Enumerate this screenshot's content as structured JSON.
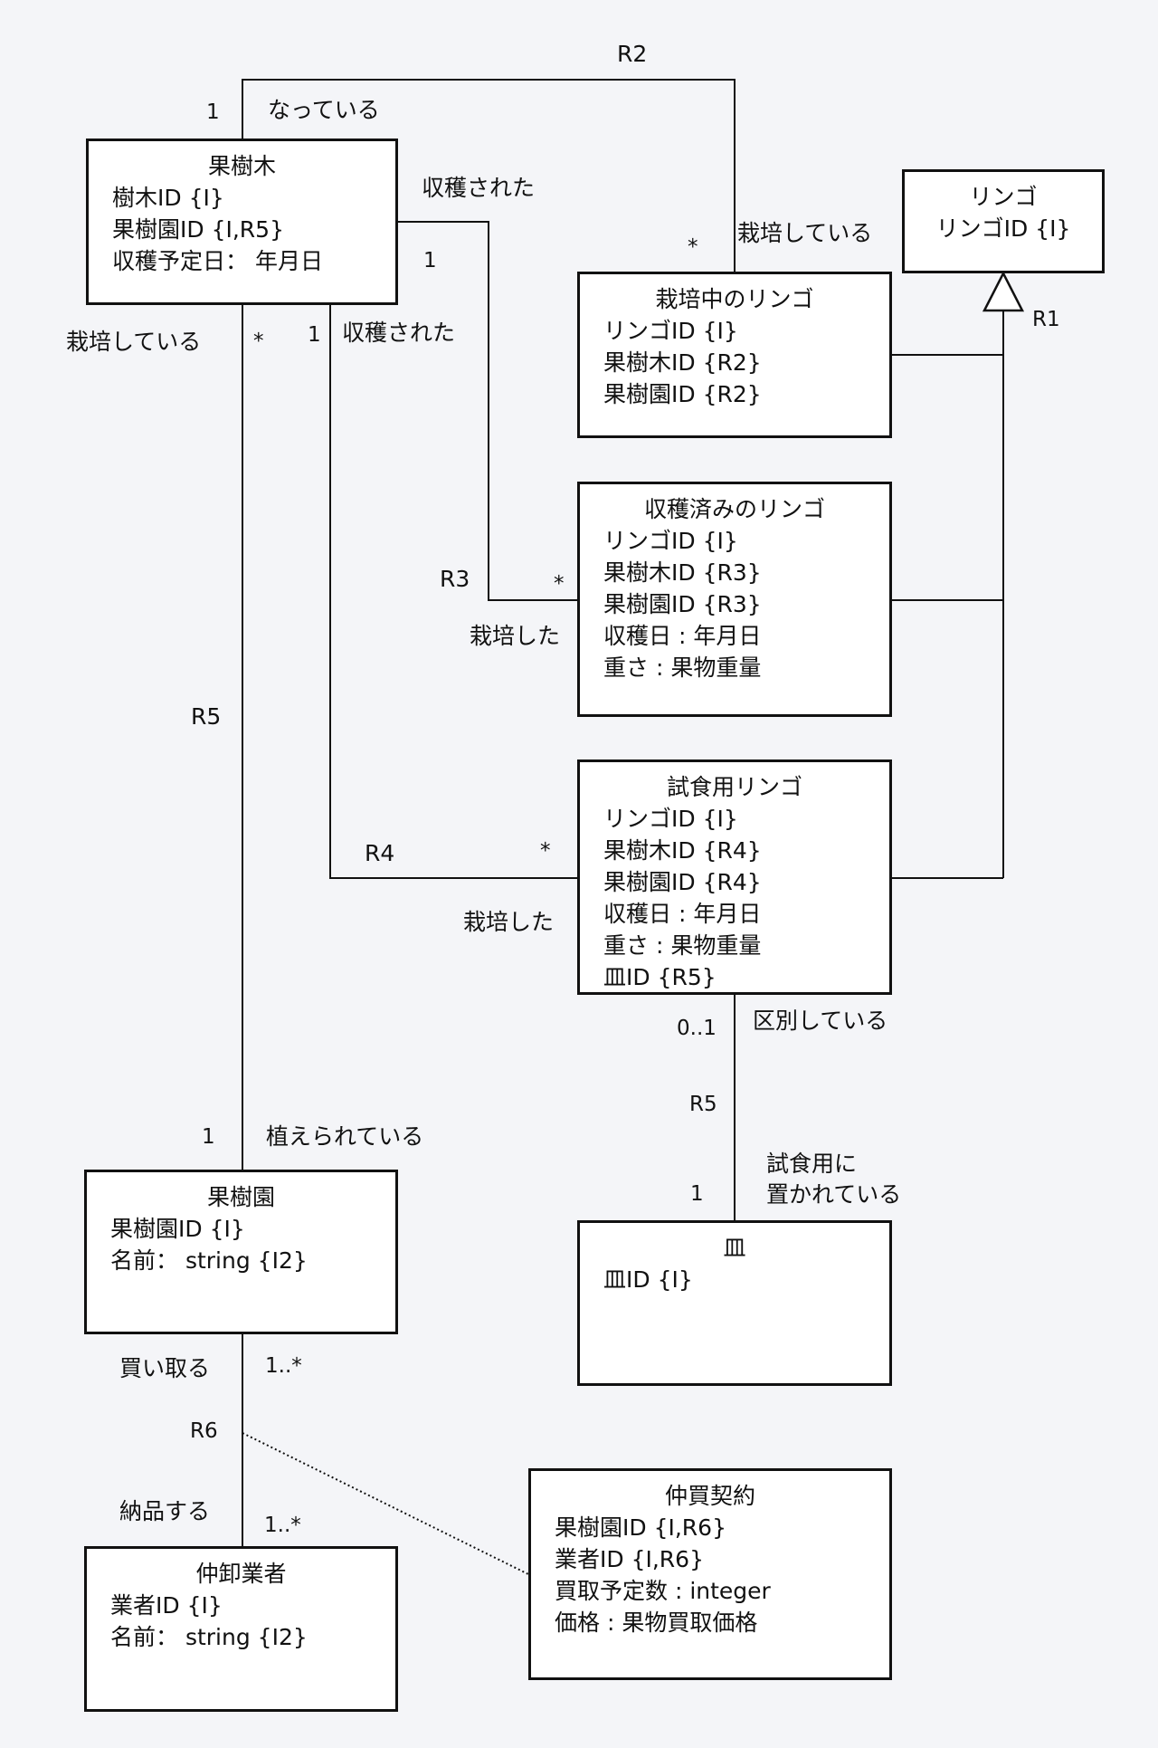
{
  "classes": {
    "kajuboku": {
      "title": "果樹木",
      "attrs": [
        "樹木ID {I}",
        "果樹園ID {I,R5}",
        "収穫予定日： 年月日"
      ]
    },
    "ringo": {
      "title": "リンゴ",
      "attrs": [
        "リンゴID {I}"
      ]
    },
    "saibaichu": {
      "title": "栽培中のリンゴ",
      "attrs": [
        "リンゴID {I}",
        "果樹木ID {R2}",
        "果樹園ID {R2}"
      ]
    },
    "shukakuzumi": {
      "title": "収穫済みのリンゴ",
      "attrs": [
        "リンゴID {I}",
        "果樹木ID {R3}",
        "果樹園ID {R3}",
        "収穫日 : 年月日",
        "重さ : 果物重量"
      ]
    },
    "shishoku": {
      "title": "試食用リンゴ",
      "attrs": [
        "リンゴID {I}",
        "果樹木ID {R4}",
        "果樹園ID {R4}",
        "収穫日 : 年月日",
        "重さ : 果物重量",
        "皿ID  {R5}"
      ]
    },
    "kajuen": {
      "title": "果樹園",
      "attrs": [
        "果樹園ID {I}",
        "名前： string {I2}"
      ]
    },
    "sara": {
      "title": "皿",
      "attrs": [
        "皿ID {I}"
      ]
    },
    "nakaoroshi": {
      "title": "仲卸業者",
      "attrs": [
        "業者ID {I}",
        "名前： string {I2}"
      ]
    },
    "keiyaku": {
      "title": "仲買契約",
      "attrs": [
        "果樹園ID {I,R6}",
        "業者ID {I,R6}",
        "買取予定数 : integer",
        "価格 : 果物買取価格"
      ]
    }
  },
  "labels": {
    "r2": "R2",
    "r2_one": "1",
    "r2_natteiru": "なっている",
    "r2_star": "*",
    "r2_saibai": "栽培している",
    "r1": "R1",
    "r3_shukaku": "収穫された",
    "r3_one": "1",
    "r3": "R3",
    "r3_star": "*",
    "r3_saibaishita": "栽培した",
    "r4_one": "1",
    "r4_shukaku": "収穫された",
    "r4": "R4",
    "r4_star": "*",
    "r4_saibaishita": "栽培した",
    "r5_left_saibai": "栽培している",
    "r5_left_star": "*",
    "r5_left": "R5",
    "r5_left_one": "1",
    "r5_left_ueraretei": "植えられている",
    "r5_right_01": "0..1",
    "r5_right_kubetsu": "区別している",
    "r5_right": "R5",
    "r5_right_one": "1",
    "r5_right_oka": "試食用に\n置かれている",
    "r6_kaitoru": "買い取る",
    "r6_mult_top": "1..*",
    "r6": "R6",
    "r6_nohin": "納品する",
    "r6_mult_bottom": "1..*"
  }
}
